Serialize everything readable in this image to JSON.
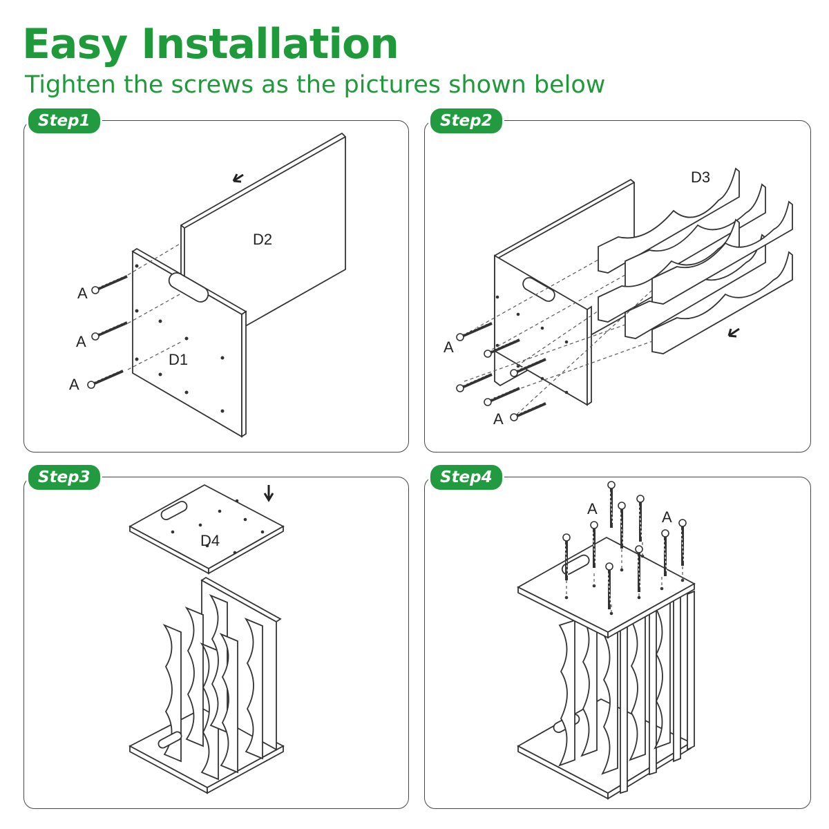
{
  "header": {
    "title": "Easy Installation",
    "subtitle": "Tighten the screws as the pictures shown below"
  },
  "colors": {
    "brand_green": "#229a3f",
    "outline": "#444444"
  },
  "steps": [
    {
      "badge": "Step1",
      "labels": {
        "screw": "A",
        "board_a": "D2",
        "board_b": "D1"
      }
    },
    {
      "badge": "Step2",
      "labels": {
        "screw": "A",
        "rack": "D3"
      }
    },
    {
      "badge": "Step3",
      "labels": {
        "board": "D4"
      }
    },
    {
      "badge": "Step4",
      "labels": {
        "screw": "A"
      }
    }
  ]
}
